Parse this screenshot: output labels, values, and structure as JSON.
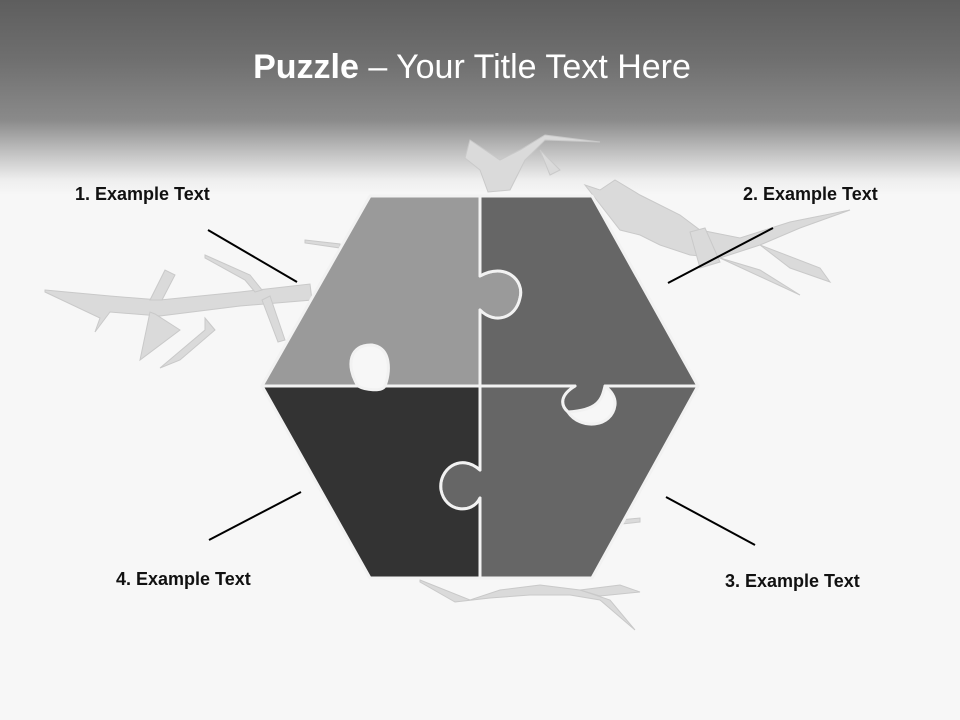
{
  "slide": {
    "title_bold": "Puzzle",
    "title_rest": "– Your Title Text Here"
  },
  "pieces": [
    {
      "label": "1. Example Text",
      "color": "#9a9a9a"
    },
    {
      "label": "2. Example Text",
      "color": "#666666"
    },
    {
      "label": "3. Example Text",
      "color": "#666666"
    },
    {
      "label": "4. Example Text",
      "color": "#333333"
    }
  ],
  "colors": {
    "header_top": "#5e5e5e",
    "background": "#f7f7f7",
    "crack": "#d8d8d8",
    "piece_border": "#f2f2f2"
  }
}
